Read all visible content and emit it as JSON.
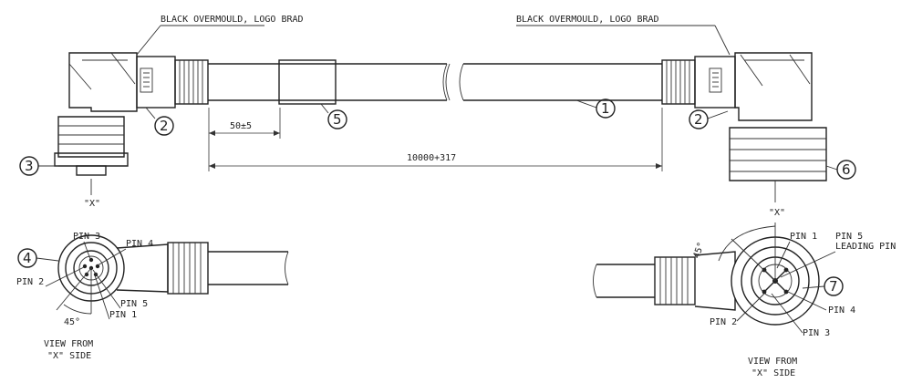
{
  "labels": {
    "overmould_left": "BLACK OVERMOULD, LOGO BRAD",
    "overmould_right": "BLACK OVERMOULD, LOGO BRAD",
    "dim_short": "50±5",
    "dim_long": "10000+317",
    "x_marker_left": "\"X\"",
    "x_marker_right": "\"X\"",
    "view_left_line1": "VIEW FROM",
    "view_left_line2": "\"X\" SIDE",
    "view_right_line1": "VIEW FROM",
    "view_right_line2": "\"X\" SIDE",
    "angle_left": "45°",
    "angle_right": "45°"
  },
  "pins_left": {
    "pin1": "PIN 1",
    "pin2": "PIN 2",
    "pin3": "PIN 3",
    "pin4": "PIN 4",
    "pin5": "PIN 5"
  },
  "pins_right": {
    "pin1": "PIN 1",
    "pin2": "PIN 2",
    "pin3": "PIN 3",
    "pin4": "PIN 4",
    "pin5": "PIN 5",
    "pin5_note": "LEADING PIN"
  },
  "balloons": {
    "b1": "1",
    "b2_left": "2",
    "b2_right": "2",
    "b3": "3",
    "b4": "4",
    "b5": "5",
    "b6": "6",
    "b7": "7"
  }
}
